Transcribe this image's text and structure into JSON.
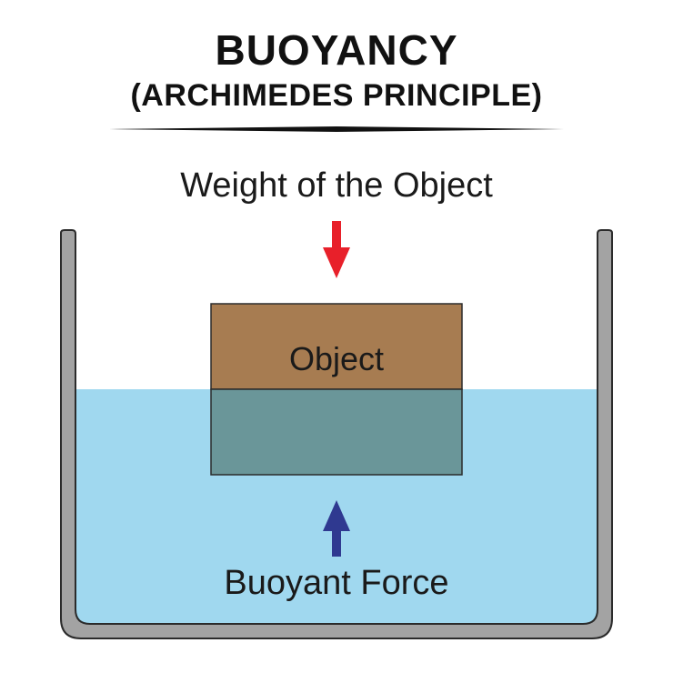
{
  "title": "BUOYANCY",
  "subtitle": "(ARCHIMEDES PRINCIPLE)",
  "labels": {
    "weight": "Weight of the Object",
    "object": "Object",
    "buoyant_force": "Buoyant Force"
  },
  "colors": {
    "water": "#a0d8ef",
    "object": "#a77c51",
    "object_submerged": "#6a9699",
    "container": "#a3a3a3",
    "weight_arrow": "#e8202a",
    "buoyant_arrow": "#2f3990"
  },
  "icons": {
    "weight_arrow": "arrow-down-icon",
    "buoyant_arrow": "arrow-up-icon"
  }
}
